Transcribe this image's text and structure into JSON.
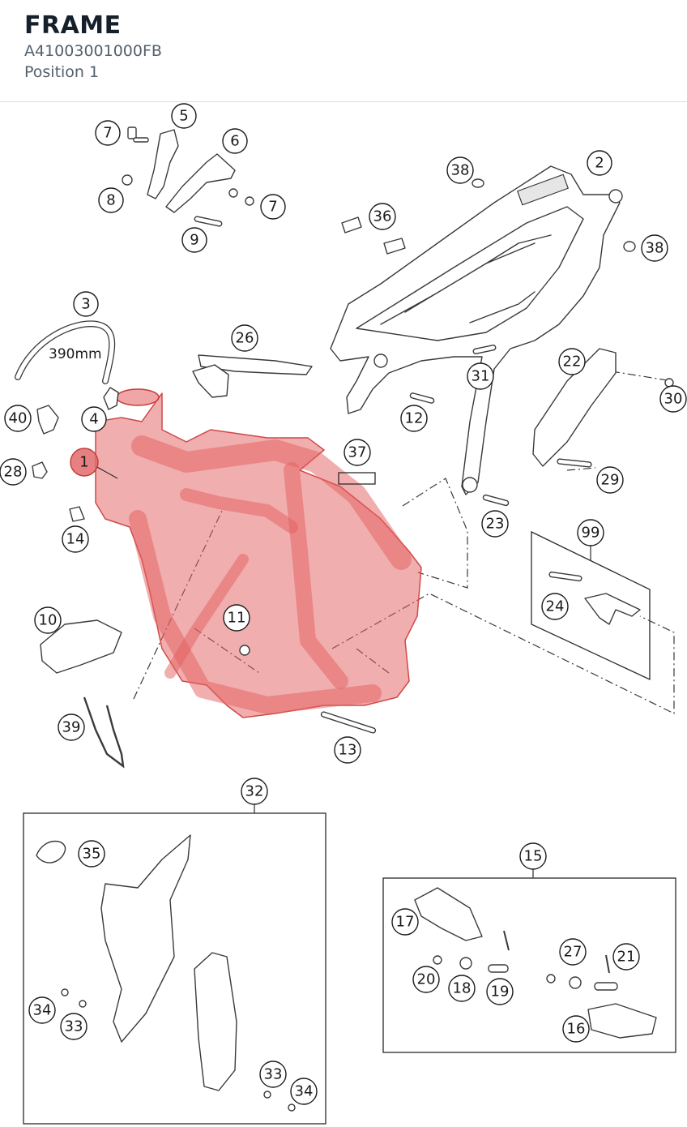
{
  "header": {
    "title": "FRAME",
    "part_number": "A41003001000FB",
    "position": "Position 1"
  },
  "diagram": {
    "highlight_color": "#e35d5d",
    "hose_length_label": "390mm",
    "callouts": [
      {
        "id": "c1",
        "label": "1",
        "active": true
      },
      {
        "id": "c2",
        "label": "2"
      },
      {
        "id": "c3",
        "label": "3"
      },
      {
        "id": "c4",
        "label": "4"
      },
      {
        "id": "c5",
        "label": "5"
      },
      {
        "id": "c6",
        "label": "6"
      },
      {
        "id": "c7a",
        "label": "7"
      },
      {
        "id": "c7b",
        "label": "7"
      },
      {
        "id": "c8",
        "label": "8"
      },
      {
        "id": "c9",
        "label": "9"
      },
      {
        "id": "c10",
        "label": "10"
      },
      {
        "id": "c11",
        "label": "11"
      },
      {
        "id": "c12",
        "label": "12"
      },
      {
        "id": "c13",
        "label": "13"
      },
      {
        "id": "c14",
        "label": "14"
      },
      {
        "id": "c15",
        "label": "15"
      },
      {
        "id": "c16",
        "label": "16"
      },
      {
        "id": "c17",
        "label": "17"
      },
      {
        "id": "c18",
        "label": "18"
      },
      {
        "id": "c19",
        "label": "19"
      },
      {
        "id": "c20",
        "label": "20"
      },
      {
        "id": "c21",
        "label": "21"
      },
      {
        "id": "c22",
        "label": "22"
      },
      {
        "id": "c23",
        "label": "23"
      },
      {
        "id": "c24",
        "label": "24"
      },
      {
        "id": "c26",
        "label": "26"
      },
      {
        "id": "c27",
        "label": "27"
      },
      {
        "id": "c28",
        "label": "28"
      },
      {
        "id": "c29",
        "label": "29"
      },
      {
        "id": "c30",
        "label": "30"
      },
      {
        "id": "c31",
        "label": "31"
      },
      {
        "id": "c32",
        "label": "32"
      },
      {
        "id": "c33a",
        "label": "33"
      },
      {
        "id": "c33b",
        "label": "33"
      },
      {
        "id": "c34a",
        "label": "34"
      },
      {
        "id": "c34b",
        "label": "34"
      },
      {
        "id": "c35",
        "label": "35"
      },
      {
        "id": "c36",
        "label": "36"
      },
      {
        "id": "c37",
        "label": "37"
      },
      {
        "id": "c38a",
        "label": "38"
      },
      {
        "id": "c38b",
        "label": "38"
      },
      {
        "id": "c39",
        "label": "39"
      },
      {
        "id": "c40",
        "label": "40"
      },
      {
        "id": "c99",
        "label": "99"
      }
    ]
  }
}
